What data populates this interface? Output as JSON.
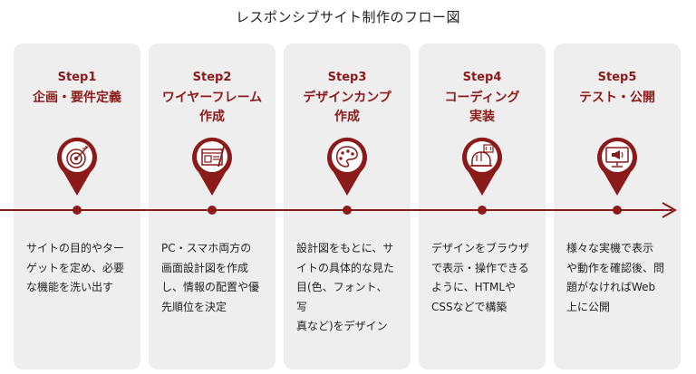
{
  "title": "レスポンシブサイト制作のフロー図",
  "colors": {
    "accent": "#8b1a1a",
    "card_bg": "#eeeeee"
  },
  "steps": [
    {
      "label": "Step1",
      "name": "企画・要件定義",
      "icon": "target-icon",
      "desc": "サイトの目的やター\nゲットを定め、必要\nな機能を洗い出す"
    },
    {
      "label": "Step2",
      "name": "ワイヤーフレーム\n作成",
      "icon": "wireframe-icon",
      "desc": "PC・スマホ両方の\n画面設計図を作成\nし、情報の配置や優\n先順位を決定"
    },
    {
      "label": "Step3",
      "name": "デザインカンプ\n作成",
      "icon": "palette-icon",
      "desc": "設計図をもとに、サ\nイトの具体的な見た\n目(色、フォント、写\n真など)をデザイン"
    },
    {
      "label": "Step4",
      "name": "コーディング\n実装",
      "icon": "coding-icon",
      "desc": "デザインをブラウザ\nで表示・操作できる\nように、HTMLや\nCSSなどで構築"
    },
    {
      "label": "Step5",
      "name": "テスト・公開",
      "icon": "monitor-megaphone-icon",
      "desc": "様々な実機で表示\nや動作を確認後、問\n題がなければWeb\n上に公開"
    }
  ]
}
